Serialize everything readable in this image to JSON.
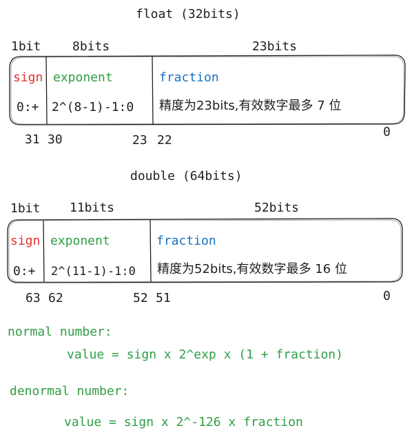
{
  "float": {
    "title": "float (32bits)",
    "width_labels": {
      "sign": "1bit",
      "exponent": "8bits",
      "fraction": "23bits"
    },
    "sign": {
      "name": "sign",
      "value": "0:+"
    },
    "exponent": {
      "name": "exponent",
      "value": "2^(8-1)-1:0"
    },
    "fraction": {
      "name": "fraction",
      "value": "精度为23bits,有效数字最多 7 位"
    },
    "bit_labels": {
      "b31": "31",
      "b30": "30",
      "b23": "23",
      "b22": "22",
      "b0": "0"
    }
  },
  "double": {
    "title": "double (64bits)",
    "width_labels": {
      "sign": "1bit",
      "exponent": "11bits",
      "fraction": "52bits"
    },
    "sign": {
      "name": "sign",
      "value": "0:+"
    },
    "exponent": {
      "name": "exponent",
      "value": "2^(11-1)-1:0"
    },
    "fraction": {
      "name": "fraction",
      "value": "精度为52bits,有效数字最多 16 位"
    },
    "bit_labels": {
      "b63": "63",
      "b62": "62",
      "b52": "52",
      "b51": "51",
      "b0": "0"
    }
  },
  "formulas": {
    "normal_label": "normal number:",
    "normal_formula": "value = sign x 2^exp x (1 + fraction)",
    "denormal_label": "denormal number:",
    "denormal_formula": "value = sign x 2^-126 x fraction"
  },
  "colors": {
    "sign": "#e03131",
    "exponent": "#2f9e44",
    "fraction": "#1971c2",
    "formula": "#2f9e44",
    "stroke": "#1e1e1e"
  }
}
